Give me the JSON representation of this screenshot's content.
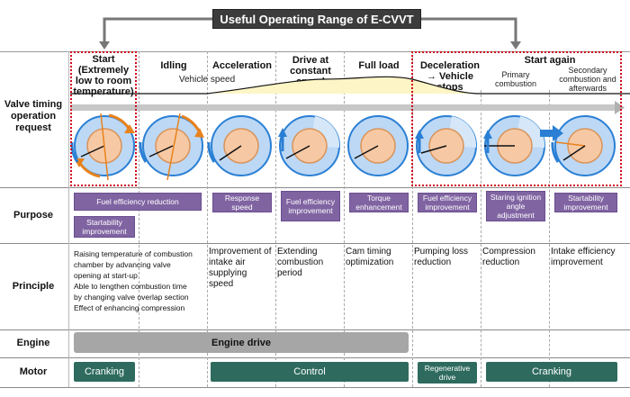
{
  "title": "Useful Operating Range of E-CVVT",
  "rows": {
    "valve_timing": "Valve timing operation request",
    "purpose": "Purpose",
    "principle": "Principle",
    "engine": "Engine",
    "motor": "Motor"
  },
  "columns": {
    "start": "Start (Extremely low to room temperature)",
    "idling": "Idling",
    "acceleration": "Acceleration",
    "drive": "Drive at constant speed",
    "full_load": "Full load",
    "decel": "Deceleration → Vehicle stops",
    "start_again": "Start again",
    "primary": "Primary combustion",
    "secondary": "Secondary combustion and afterwards"
  },
  "vehicle_speed_label": "Vehicle speed",
  "purposes": {
    "fuel_eff": "Fuel efficiency reduction",
    "startability": "Startability improvement",
    "response": "Response speed",
    "fuel_improve": "Fuel efficiency improvement",
    "torque": "Torque enhancement",
    "fuel_improve2": "Fuel efficiency improvement",
    "staring": "Staring ignition angle adjustment",
    "startability2": "Startability improvement"
  },
  "principles": {
    "start_lines": [
      "Raising temperature of combustion",
      "chamber by advancing valve",
      "opening at start-up",
      "Able to lengthen combustion time",
      "by changing valve overlap section",
      "Effect of enhancing compression"
    ],
    "acceleration": "Improvement of intake air supplying speed",
    "drive": "Extending combustion period",
    "full_load": "Cam timing optimization",
    "decel": "Pumping loss reduction",
    "primary": "Compression reduction",
    "secondary": "Intake efficiency improvement"
  },
  "engine_drive": "Engine drive",
  "motor": {
    "cranking1": "Cranking",
    "control": "Control",
    "regen": "Regenerative drive",
    "cranking2": "Cranking"
  },
  "colors": {
    "purpose_box": "#8064a2",
    "motor_box": "#2e6b5e",
    "engine_bar": "#a6a6a6",
    "highlight": "#d0021b",
    "disc_outer": "#bcd8f5",
    "disc_inner": "#f6c9a4",
    "arrow_orange": "#e8821c",
    "arrow_blue": "#2a7fd4"
  },
  "icons": [
    "valve-timing-disc-icon",
    "rotation-arrow-icon"
  ]
}
